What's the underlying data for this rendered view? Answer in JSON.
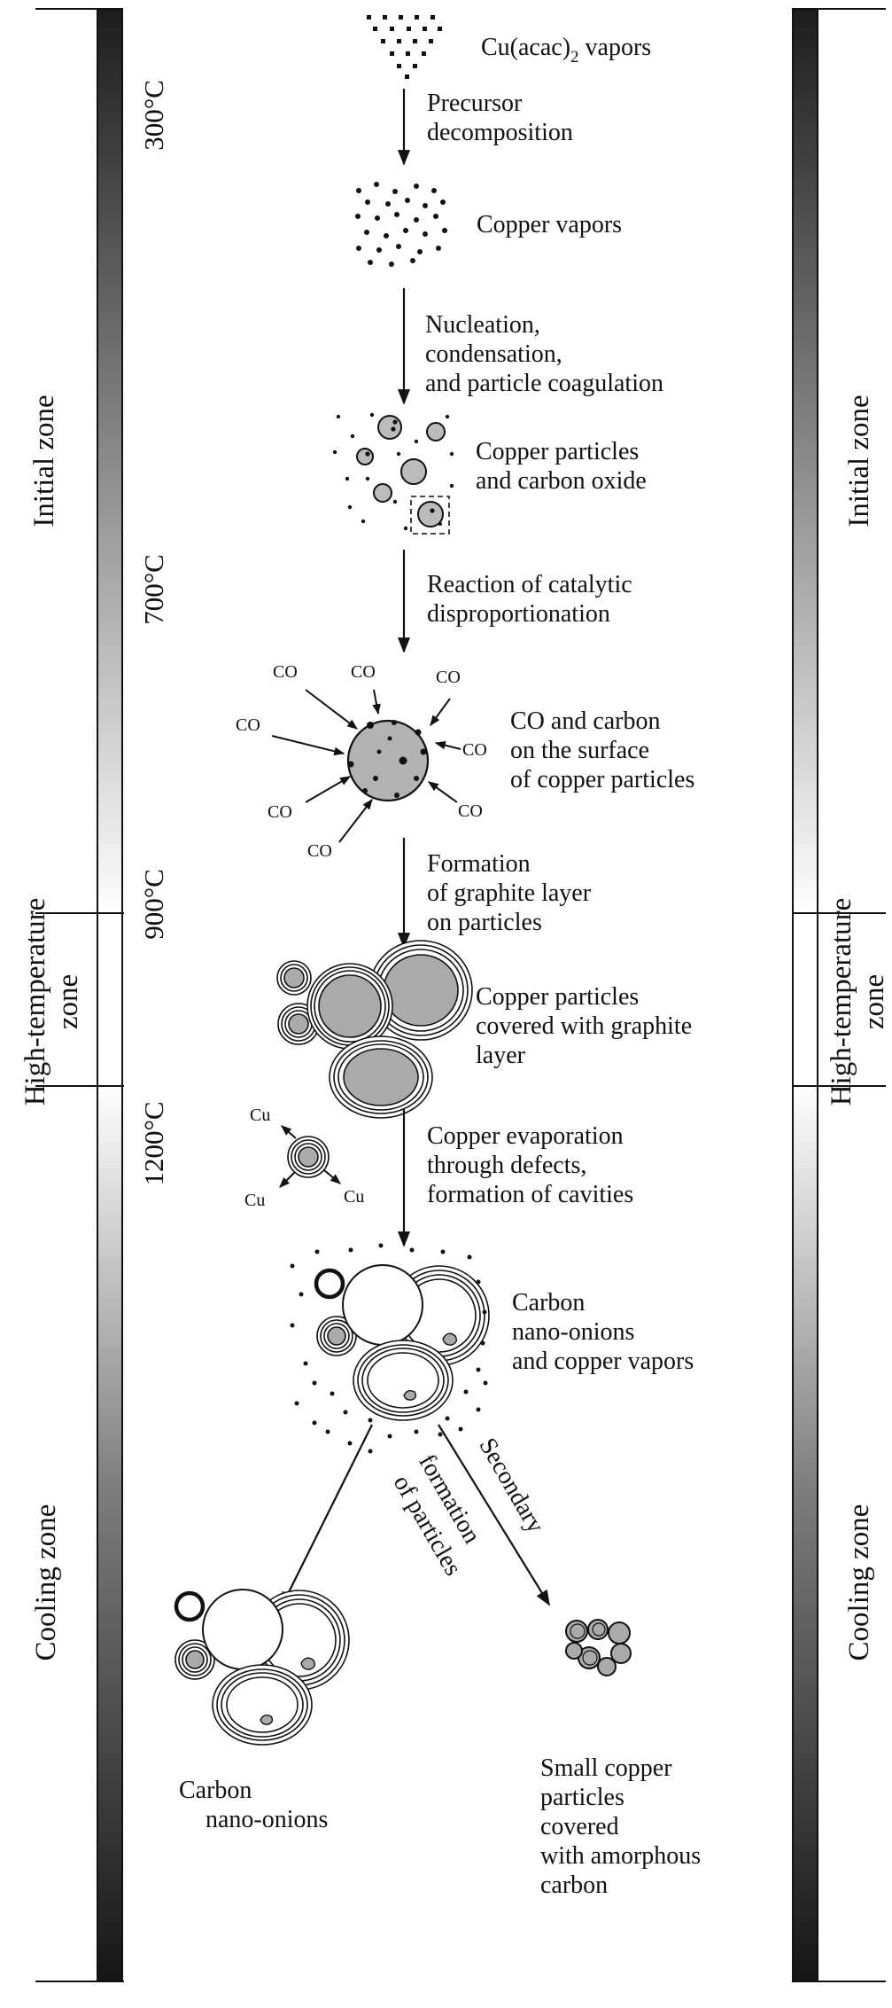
{
  "zones": {
    "initial": "Initial zone",
    "high_line1": "High-temperature",
    "high_line2": "zone",
    "cooling": "Cooling zone"
  },
  "temperatures": [
    "300°C",
    "700°C",
    "900°C",
    "1200°C"
  ],
  "stages": {
    "precursor_vapors": {
      "main": "Cu(acac)",
      "sub": "2",
      "rest": " vapors"
    },
    "copper_vapors": "Copper vapors",
    "copper_particles": [
      "Copper particles",
      "and carbon oxide"
    ],
    "co_surface": [
      "CO and carbon",
      "on the surface",
      "of copper particles"
    ],
    "graphite_covered": [
      "Copper particles",
      "covered with graphite",
      "layer"
    ],
    "nano_onions_vapors": [
      "Carbon",
      "nano-onions",
      "and copper vapors"
    ],
    "final_onions": [
      "Carbon",
      "nano-onions"
    ],
    "final_small_particles": [
      "Small copper",
      "particles",
      "covered",
      "with amorphous",
      "carbon"
    ]
  },
  "processes": {
    "decomposition": [
      "Precursor",
      "decomposition"
    ],
    "nucleation": [
      "Nucleation,",
      "condensation,",
      "and particle coagulation"
    ],
    "disproportionation": [
      "Reaction of catalytic",
      "disproportionation"
    ],
    "graphite_formation": [
      "Formation",
      "of graphite layer",
      "on particles"
    ],
    "evaporation": [
      "Copper evaporation",
      "through defects,",
      "formation of cavities"
    ],
    "secondary": [
      "Secondary",
      "formation",
      "of particles"
    ]
  },
  "co_label": "CO",
  "cu_label": "Cu"
}
